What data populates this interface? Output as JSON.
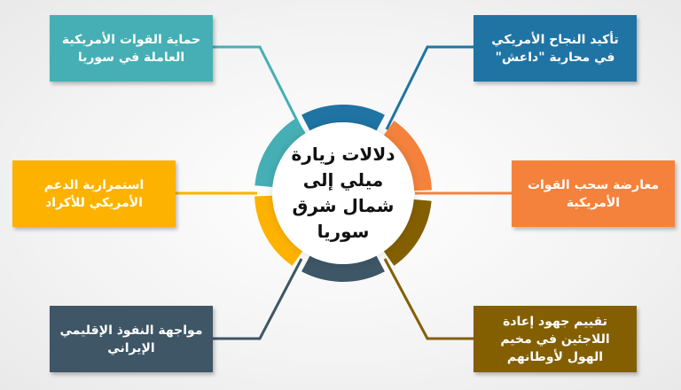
{
  "center_title": "دلالات زيارة ميلي إلى شمال شرق سوريا",
  "items": [
    {
      "text": "تأكيد النجاح الأمريكي في محاربة \"داعش\"",
      "color": "#1f74a4"
    },
    {
      "text": "معارضة سحب القوات الأمريكية",
      "color": "#f5823c"
    },
    {
      "text": "تقييم جهود إعادة اللاجئين في مخيم الهول لأوطانهم",
      "color": "#845f02"
    },
    {
      "text": "مواجهة النفوذ الإقليمي الإيراني",
      "color": "#3e5666"
    },
    {
      "text": "استمرارية الدعم الأمريكي للأكراد",
      "color": "#fdb200"
    },
    {
      "text": "حماية القوات الأمريكية العاملة في سوريا",
      "color": "#46afb5"
    }
  ]
}
